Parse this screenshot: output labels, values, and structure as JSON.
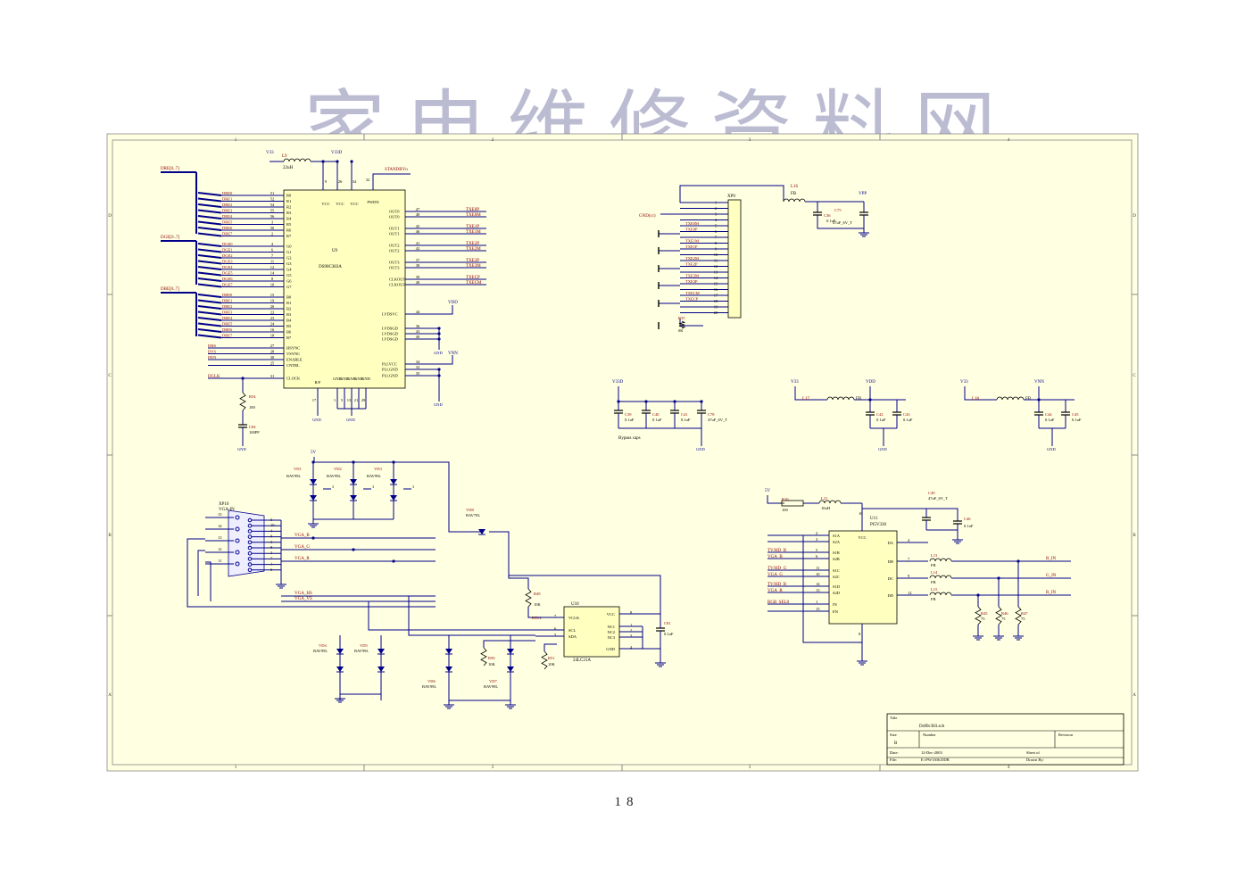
{
  "watermark": "家电维修资料网",
  "page_number": "18",
  "border": {
    "cols": [
      "1",
      "2",
      "3",
      "4"
    ],
    "rows": [
      "D",
      "C",
      "B",
      "A"
    ]
  },
  "colors": {
    "paper": "#ffffe1",
    "wire": "#00008b",
    "net": "#8b0000",
    "part": "#8b0000",
    "comp": "#ffffc0"
  },
  "title_block": {
    "title_label": "Title",
    "title": "Ds90c383.sch",
    "size_label": "Size",
    "size": "B",
    "number_label": "Number",
    "revision_label": "Revision",
    "date_label": "Date:",
    "date": "12-Dec-2003",
    "sheet_label": "Sheet  of",
    "file_label": "File:",
    "file": "E:\\PW1306.DDB",
    "drawn_label": "Drawn By:"
  },
  "u9": {
    "ref": "U9",
    "part": "DS90C383A",
    "top": {
      "v33": "V33",
      "l9": "L9",
      "l9v": "22uH",
      "v33d": "V33D",
      "standby": "STANDBYn"
    },
    "vcc_pins": [
      "VCC",
      "VCC",
      "VCC"
    ],
    "vcc_nums": [
      "9",
      "26",
      "34"
    ],
    "pwdn": "PWDN",
    "pwdn_num": "32",
    "buses": [
      "DRE[0..7]",
      "DGE[0..7]",
      "DBE[0..7]"
    ],
    "inputs": [
      {
        "net": "DRE0",
        "num": "51",
        "pin": "R0"
      },
      {
        "net": "DRE1",
        "num": "52",
        "pin": "R1"
      },
      {
        "net": "DRE2",
        "num": "54",
        "pin": "R2"
      },
      {
        "net": "DRE3",
        "num": "55",
        "pin": "R3"
      },
      {
        "net": "DRE4",
        "num": "56",
        "pin": "R4"
      },
      {
        "net": "DRE5",
        "num": "3",
        "pin": "R5"
      },
      {
        "net": "DRE6",
        "num": "50",
        "pin": "R6"
      },
      {
        "net": "DRE7",
        "num": "2",
        "pin": "R7"
      },
      {
        "net": "DGE0",
        "num": "4",
        "pin": "G0"
      },
      {
        "net": "DGE1",
        "num": "6",
        "pin": "G1"
      },
      {
        "net": "DGE2",
        "num": "7",
        "pin": "G2"
      },
      {
        "net": "DGE3",
        "num": "11",
        "pin": "G3"
      },
      {
        "net": "DGE4",
        "num": "12",
        "pin": "G4"
      },
      {
        "net": "DGE5",
        "num": "14",
        "pin": "G5"
      },
      {
        "net": "DGE6",
        "num": "8",
        "pin": "G6"
      },
      {
        "net": "DGE7",
        "num": "10",
        "pin": "G7"
      },
      {
        "net": "DBE0",
        "num": "15",
        "pin": "B0"
      },
      {
        "net": "DBE1",
        "num": "19",
        "pin": "B1"
      },
      {
        "net": "DBE2",
        "num": "20",
        "pin": "B2"
      },
      {
        "net": "DBE3",
        "num": "22",
        "pin": "B3"
      },
      {
        "net": "DBE4",
        "num": "23",
        "pin": "B4"
      },
      {
        "net": "DBE5",
        "num": "24",
        "pin": "B5"
      },
      {
        "net": "DBE6",
        "num": "16",
        "pin": "B6"
      },
      {
        "net": "DBE7",
        "num": "18",
        "pin": "B7"
      }
    ],
    "ctrl": [
      {
        "net": "DHS",
        "num": "27",
        "pin": "HSYNC"
      },
      {
        "net": "DVS",
        "num": "28",
        "pin": "VSYNC"
      },
      {
        "net": "DEN",
        "num": "30",
        "pin": "ENABLE"
      },
      {
        "net": "",
        "num": "25",
        "pin": "CNTRL"
      }
    ],
    "clock": {
      "net": "DCLK",
      "num": "31",
      "pin": "CLOCK"
    },
    "outputs": [
      {
        "pin": "OUT0",
        "num": "47",
        "net": "TXE0P"
      },
      {
        "pin": "OUT0",
        "num": "48",
        "net": "TXE0M"
      },
      {
        "pin": "OUT1",
        "num": "45",
        "net": "TXE1P"
      },
      {
        "pin": "OUT1",
        "num": "46",
        "net": "TXE1M"
      },
      {
        "pin": "OUT2",
        "num": "41",
        "net": "TXE2P"
      },
      {
        "pin": "OUT2",
        "num": "42",
        "net": "TXE2M"
      },
      {
        "pin": "OUT3",
        "num": "37",
        "net": "TXE3P"
      },
      {
        "pin": "OUT3",
        "num": "38",
        "net": "TXE3M"
      },
      {
        "pin": "CLKOUT",
        "num": "39",
        "net": "TXECP"
      },
      {
        "pin": "CLKOUT",
        "num": "40",
        "net": "TXECM"
      }
    ],
    "power_right": [
      {
        "pin": "LVDSVC",
        "num": "44"
      },
      {
        "pin": "LVDSGD",
        "num": "36"
      },
      {
        "pin": "LVDSGD",
        "num": "43"
      },
      {
        "pin": "LVDSGD",
        "num": "49"
      },
      {
        "pin": "PLLVCC",
        "num": "34"
      },
      {
        "pin": "PLLGND",
        "num": "33"
      },
      {
        "pin": "PLLGND",
        "num": "35"
      }
    ],
    "bottom_pins": [
      "R/F",
      "GND",
      "GND",
      "GND",
      "GND",
      "GND"
    ],
    "bottom_nums": [
      "17",
      "1",
      "5",
      "13",
      "21",
      "29",
      "53"
    ],
    "vdd": "VDD",
    "vnn": "VNN",
    "gnd": "GND",
    "r54": "R54",
    "r54v": "100",
    "c84": "C84",
    "c84v": "100PF"
  },
  "xp9": {
    "ref": "XP9",
    "gnd": "GND(cc)",
    "pins": [
      "1",
      "2",
      "3",
      "4",
      "5",
      "6",
      "7",
      "8",
      "9",
      "10",
      "11",
      "12",
      "13",
      "14",
      "15",
      "16",
      "17",
      "18",
      "19",
      "20"
    ],
    "nets": [
      "",
      "",
      "",
      "",
      "TXE0M",
      "TXE0P",
      "",
      "TXE1M",
      "TXE1P",
      "",
      "TXE2M",
      "TXE2P",
      "",
      "TXE3M",
      "TXE3P",
      "",
      "TXECM",
      "TXECP",
      "",
      ""
    ],
    "r55": "R55",
    "r55v": "0K",
    "l16": "L16",
    "l16v": "FB",
    "vpp": "VPP",
    "c36": "C36",
    "c36v": "0.1uF",
    "c75": "C75",
    "c75v": "47uF_6V_T"
  },
  "bypass": {
    "label": "Bypass caps",
    "v33d": "V33D",
    "gnd": "GND",
    "caps": [
      {
        "ref": "C39",
        "v": "0.1uF"
      },
      {
        "ref": "C40",
        "v": "0.1uF"
      },
      {
        "ref": "C41",
        "v": "0.1uF"
      },
      {
        "ref": "C78",
        "v": "47uF_6V_T"
      }
    ]
  },
  "vdd_filter": {
    "v33": "V33",
    "l": "L17",
    "lv": "FB",
    "out": "VDD",
    "gnd": "GND",
    "caps": [
      {
        "ref": "C42",
        "v": "0.1uF"
      },
      {
        "ref": "C43",
        "v": "0.1uF"
      }
    ]
  },
  "vnn_filter": {
    "v33": "V33",
    "l": "L18",
    "lv": "FB",
    "out": "VNN",
    "gnd": "GND",
    "caps": [
      {
        "ref": "C44",
        "v": "0.1uF"
      },
      {
        "ref": "C45",
        "v": "0.1uF"
      }
    ]
  },
  "vga": {
    "ref": "XP10",
    "name": "VGA-IN",
    "left_pins": [
      "15",
      "14",
      "13",
      "12",
      "11"
    ],
    "right_pins": [
      "5",
      "10",
      "4",
      "9",
      "3",
      "8",
      "2",
      "7",
      "1",
      "6"
    ],
    "nets": [
      "VGA_B",
      "VGA_G",
      "VGA_R",
      "VGA_HS",
      "VGA_VS"
    ],
    "v5": "5V",
    "diodes": [
      {
        "ref": "VD1",
        "p": "BAV99L"
      },
      {
        "ref": "VD2",
        "p": "BAV99L"
      },
      {
        "ref": "VD3",
        "p": "BAV99L"
      },
      {
        "ref": "VD4",
        "p": "BAV99L"
      },
      {
        "ref": "VD5",
        "p": "BAV99L"
      },
      {
        "ref": "VD6",
        "p": "BAV99L"
      },
      {
        "ref": "VD7",
        "p": "BAV99L"
      },
      {
        "ref": "VD8",
        "p": "BAV70L"
      }
    ],
    "r49": "R49",
    "r49v": "10K",
    "r50": "R50",
    "r50v": "10K",
    "r51": "R51",
    "r51v": "10K",
    "bsu2": "B5U2",
    "u10": {
      "ref": "U10",
      "part": "24LC21A",
      "pins_l": [
        "VCLK",
        "SCL",
        "SDA"
      ],
      "nums_l": [
        "7",
        "6",
        "5"
      ],
      "pins_r": [
        "VCC",
        "NC1",
        "NC2",
        "NC3",
        "GND"
      ],
      "nums_r": [
        "8",
        "1",
        "2",
        "3",
        "4"
      ]
    },
    "c81": "C81",
    "c81v": "0.1uF"
  },
  "u11": {
    "ref": "U11",
    "part": "PI5V330",
    "v5": "5V",
    "r16": "R16",
    "r16v": "100",
    "l21": "L21",
    "l21v": "10uH",
    "c49": "C49",
    "c49v": "47uF_6V_T",
    "c46": "C46",
    "c46v": "0.1uF",
    "left": [
      {
        "n": "2",
        "p": "S1A",
        "net": ""
      },
      {
        "n": "3",
        "p": "S2A",
        "net": ""
      },
      {
        "n": "5",
        "p": "S1B",
        "net": "TV/HD_B"
      },
      {
        "n": "6",
        "p": "S2B",
        "net": "VGA_B"
      },
      {
        "n": "11",
        "p": "S1C",
        "net": "TV/HD_G"
      },
      {
        "n": "10",
        "p": "S2C",
        "net": "VGA_G"
      },
      {
        "n": "14",
        "p": "S1D",
        "net": "TV/HD_R"
      },
      {
        "n": "13",
        "p": "S2D",
        "net": "VGA_R"
      },
      {
        "n": "1",
        "p": "IN",
        "net": "RGB_SEL0"
      },
      {
        "n": "15",
        "p": "EN",
        "net": ""
      }
    ],
    "right": [
      {
        "n": "4",
        "p": "DA"
      },
      {
        "n": "7",
        "p": "DB"
      },
      {
        "n": "9",
        "p": "DC"
      },
      {
        "n": "12",
        "p": "DD"
      }
    ],
    "vcc": "VCC",
    "vccn": "16",
    "gndp": "GND",
    "gndn": "8",
    "ls": [
      {
        "r": "L13",
        "v": "FB"
      },
      {
        "r": "L14",
        "v": "FB"
      },
      {
        "r": "L15",
        "v": "FB"
      }
    ],
    "outs": [
      "B_IN",
      "G_IN",
      "R_IN"
    ],
    "rs": [
      {
        "r": "R45",
        "v": "75"
      },
      {
        "r": "R46",
        "v": "75"
      },
      {
        "r": "R47",
        "v": "75"
      }
    ]
  }
}
